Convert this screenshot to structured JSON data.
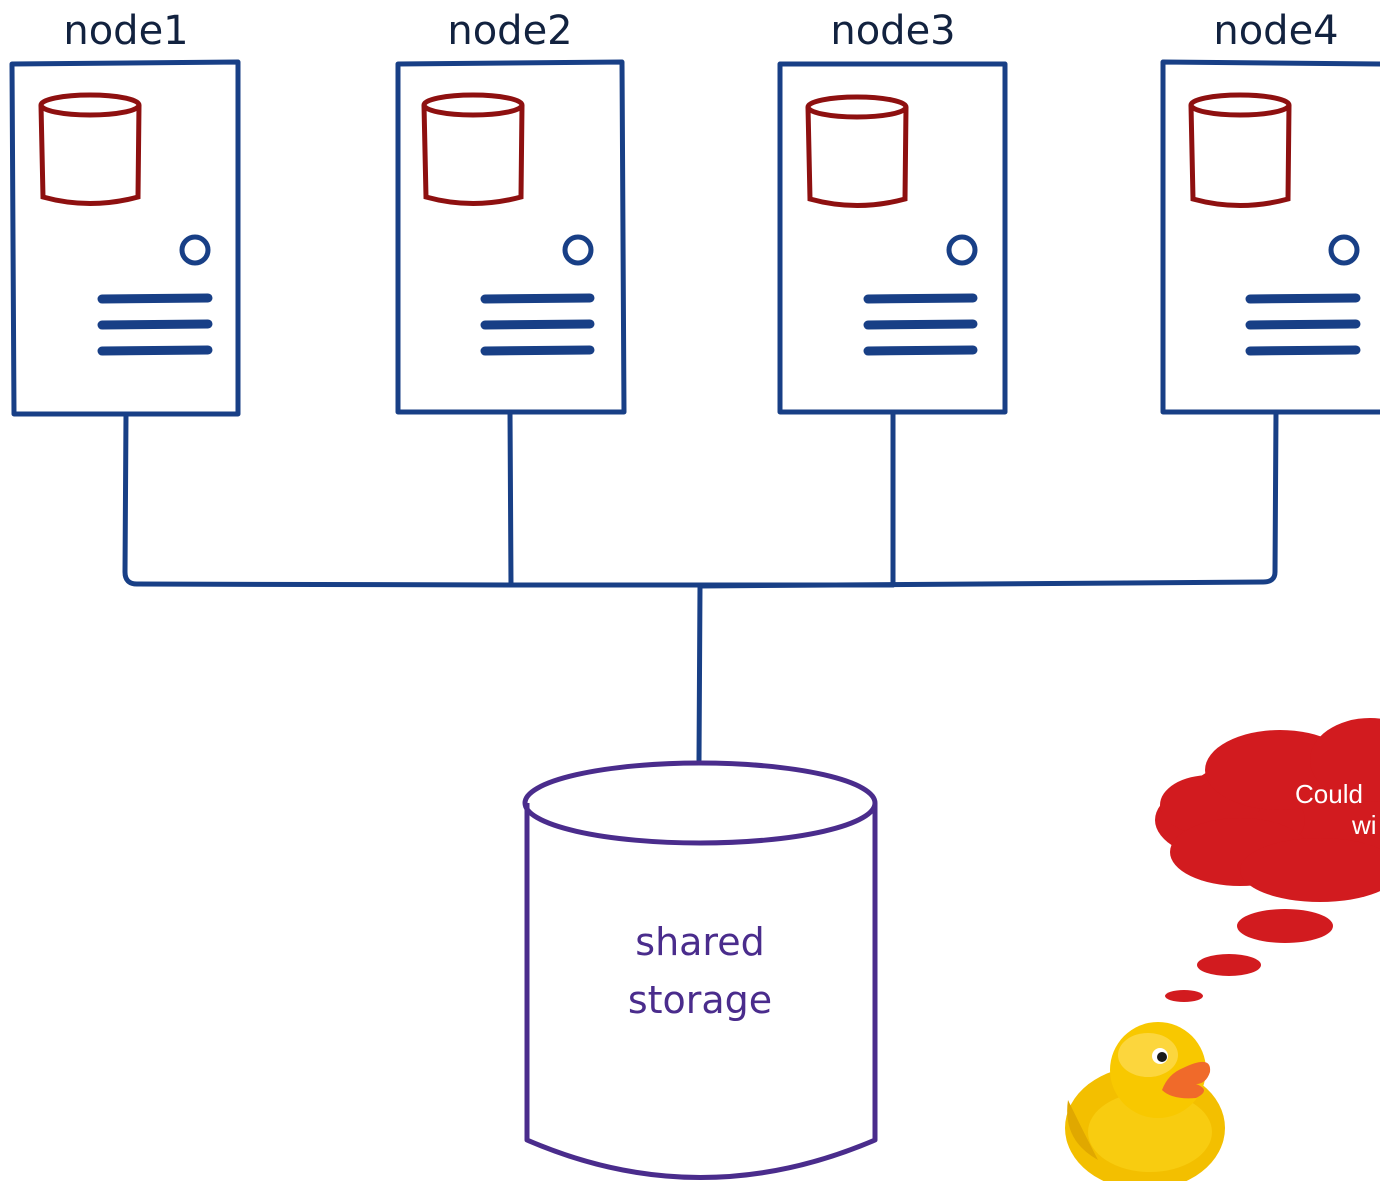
{
  "nodes": [
    {
      "label": "node1"
    },
    {
      "label": "node2"
    },
    {
      "label": "node3"
    },
    {
      "label": "node4"
    }
  ],
  "storage": {
    "line1": "shared",
    "line2": "storage"
  },
  "thought_bubble": {
    "line1": "Could",
    "line2": "wi"
  },
  "mascot": {
    "icon": "rubber-duck-icon"
  },
  "colors": {
    "server_outline": "#183f86",
    "disk_outline": "#8e1010",
    "storage_outline": "#4a2c8c",
    "node_label": "#12223f",
    "cloud_fill": "#d21b1f",
    "duck_body": "#f6c400",
    "duck_beak": "#f06a2a"
  }
}
